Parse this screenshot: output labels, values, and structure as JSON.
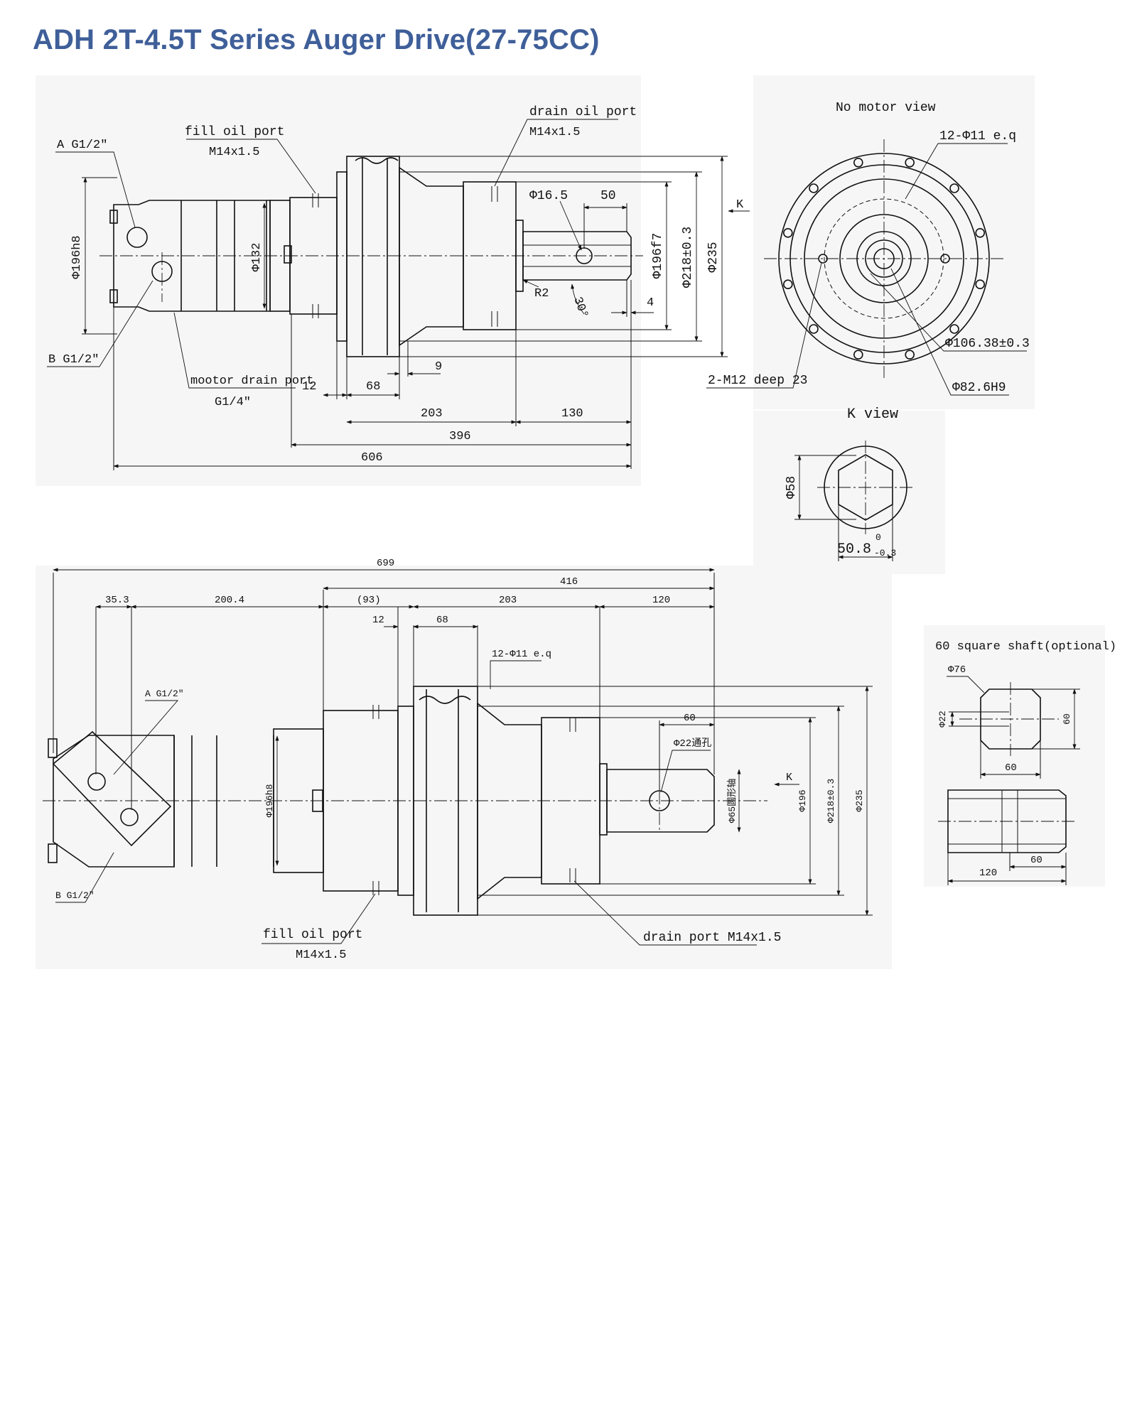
{
  "title": "ADH 2T-4.5T Series Auger Drive(27-75CC)",
  "top_view": {
    "fill_oil_port": "fill oil port",
    "fill_oil_port_size": "M14x1.5",
    "drain_oil_port": "drain oil port",
    "drain_oil_port_size": "M14x1.5",
    "port_a": "A G1/2\"",
    "port_b": "B G1/2\"",
    "motor_drain_port": "mootor drain port",
    "motor_drain_size": "G1/4\"",
    "d196h8": "Φ196h8",
    "d132": "Φ132",
    "d16_5": "Φ16.5",
    "dim50": "50",
    "r2": "R2",
    "angle30": "30°",
    "dim4": "4",
    "d196f7": "Φ196f7",
    "d218": "Φ218±0.3",
    "d235": "Φ235",
    "k": "K",
    "dim9": "9",
    "dim12": "12",
    "dim68": "68",
    "dim203": "203",
    "dim130": "130",
    "dim396": "396",
    "dim606": "606"
  },
  "no_motor_view": {
    "label": "No motor view",
    "holes": "12-Φ11 e.q",
    "d106": "Φ106.38±0.3",
    "m12": "2-M12 deep 23",
    "d82": "Φ82.6H9"
  },
  "k_view": {
    "label": "K view",
    "d58": "Φ58",
    "dim50_8": "50.8",
    "tol_upper": "0",
    "tol_lower": "-0.3"
  },
  "bottom_view": {
    "dim699": "699",
    "dim416": "416",
    "dim35_3": "35.3",
    "dim200_4": "200.4",
    "dim93": "(93)",
    "dim203": "203",
    "dim120": "120",
    "dim12": "12",
    "dim68": "68",
    "holes": "12-Φ11 e.q",
    "port_a": "A G1/2\"",
    "port_b": "B G1/2\"",
    "dim60": "60",
    "d22": "Φ22通孔",
    "d65": "Φ65圆形轴",
    "k": "K",
    "d196h8": "Φ196h8",
    "d196": "Φ196",
    "d218": "Φ218±0.3",
    "d235": "Φ235",
    "fill_oil_port": "fill oil port",
    "fill_oil_port_size": "M14x1.5",
    "drain_port": "drain port  M14x1.5"
  },
  "square_shaft": {
    "label": "60 square shaft(optional)",
    "d76": "Φ76",
    "d22": "Φ22",
    "dim60_side": "60",
    "dim60_bottom": "60",
    "dim120": "120",
    "dim60_len": "60"
  }
}
